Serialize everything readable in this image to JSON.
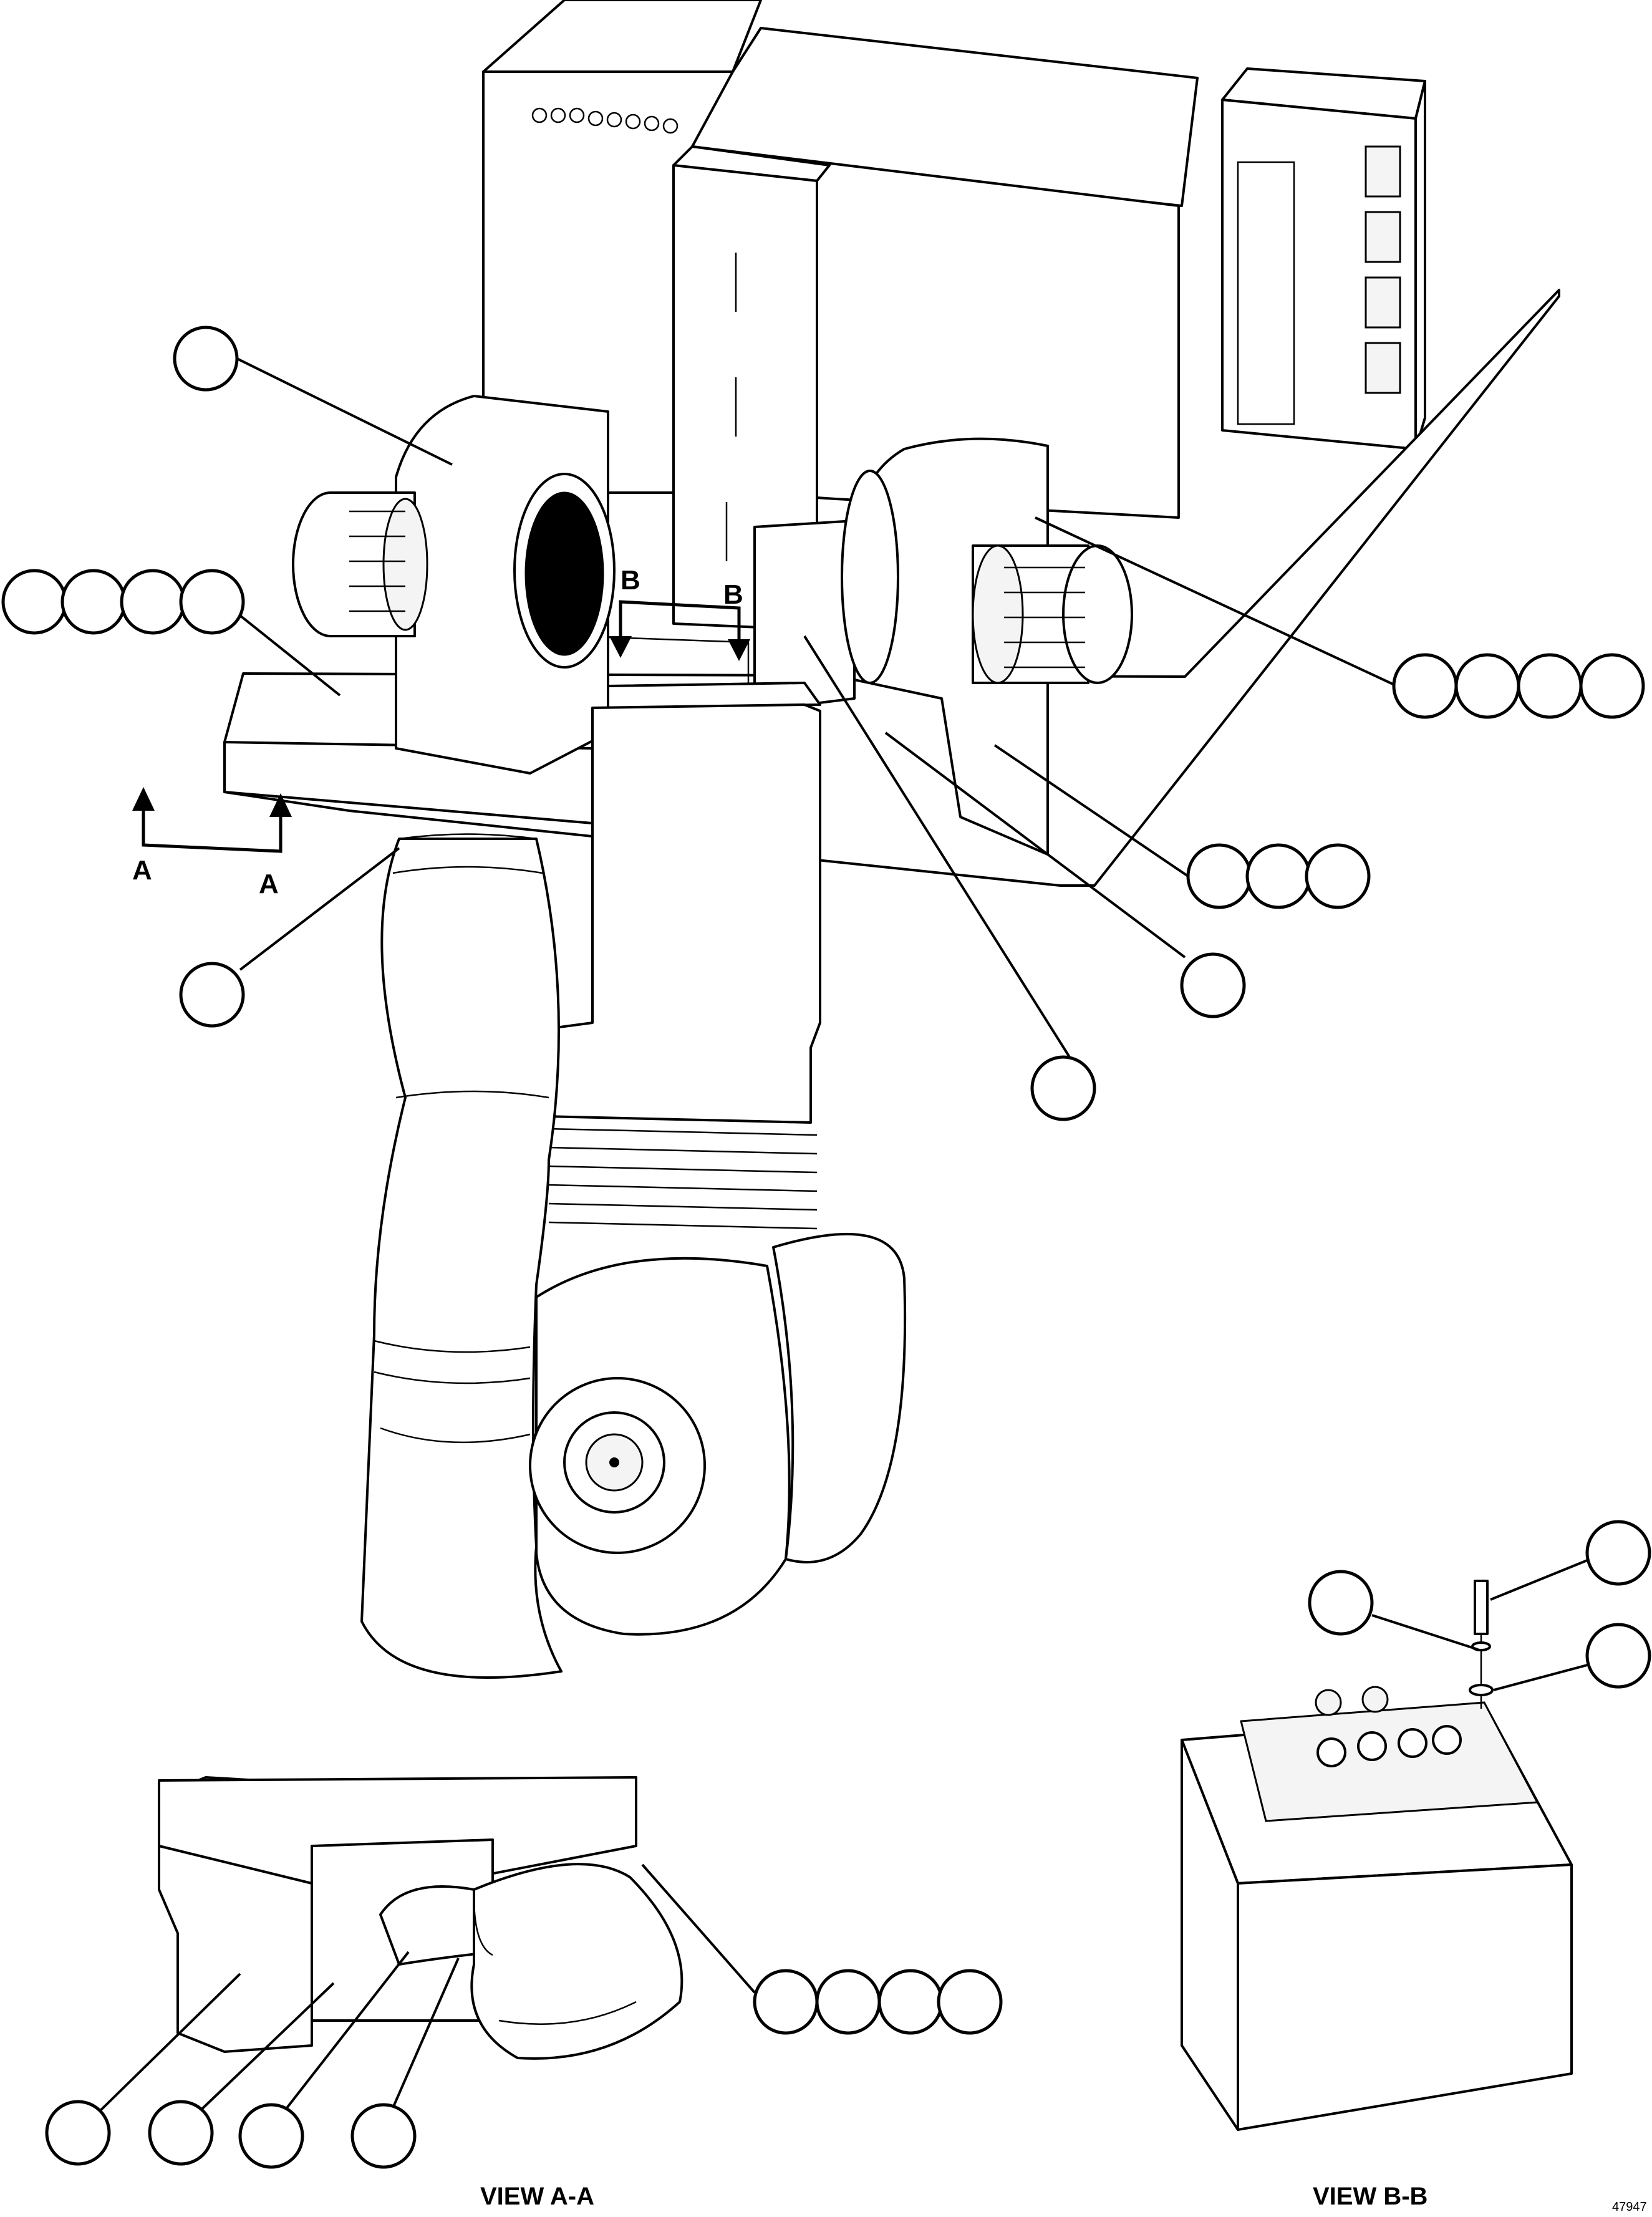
{
  "section_labels": {
    "a_left": "A",
    "a_right": "A",
    "b_left": "B",
    "b_right": "B"
  },
  "view_titles": {
    "view_a": "VIEW A-A",
    "view_b": "VIEW B-B"
  },
  "drawing_number": "47947",
  "callout_bubbles": "blank (no numbers printed)"
}
